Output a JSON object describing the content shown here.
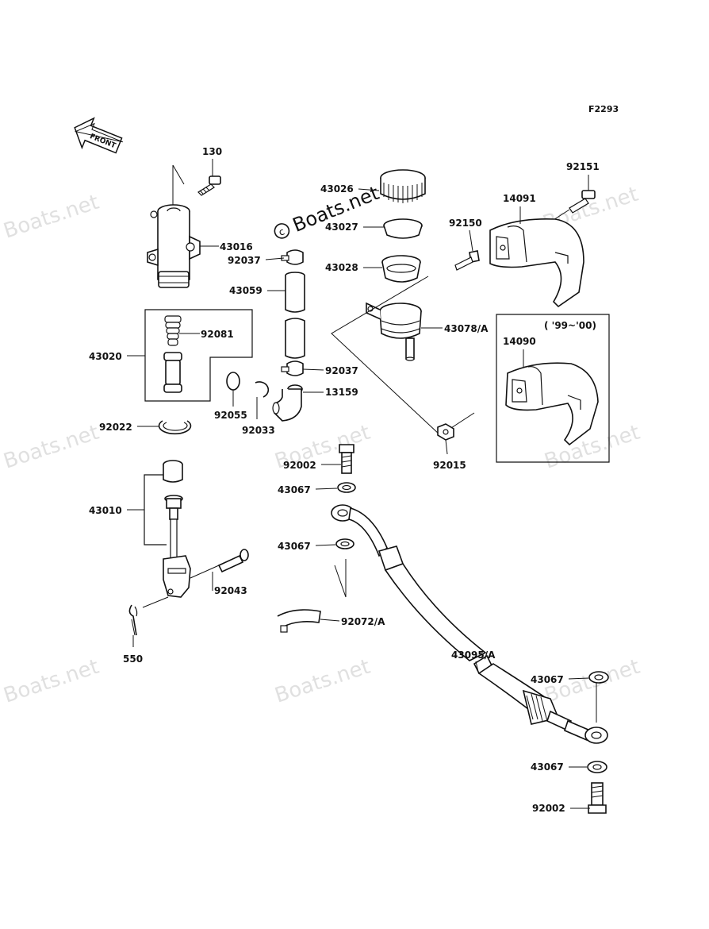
{
  "diagram_code": "F2293",
  "front_label": "FRONT",
  "watermark": "Boats.net",
  "watermark_center": "Boats.net",
  "variant_note": "( '99~'00)",
  "parts": {
    "p130": "130",
    "p43016": "43016",
    "p92037a": "92037",
    "p43059": "43059",
    "p92081": "92081",
    "p43020": "43020",
    "p92037b": "92037",
    "p13159": "13159",
    "p92055": "92055",
    "p92033": "92033",
    "p92022": "92022",
    "p43010": "43010",
    "p92043": "92043",
    "p550": "550",
    "p43026": "43026",
    "p43027": "43027",
    "p43028": "43028",
    "p92150": "92150",
    "p43078": "43078/A",
    "p92015": "92015",
    "p92151": "92151",
    "p14091": "14091",
    "p14090": "14090",
    "p92002a": "92002",
    "p43067a": "43067",
    "p43067b": "43067",
    "p92072": "92072/A",
    "p43095": "43095/A",
    "p43067c": "43067",
    "p43067d": "43067",
    "p92002b": "92002"
  }
}
